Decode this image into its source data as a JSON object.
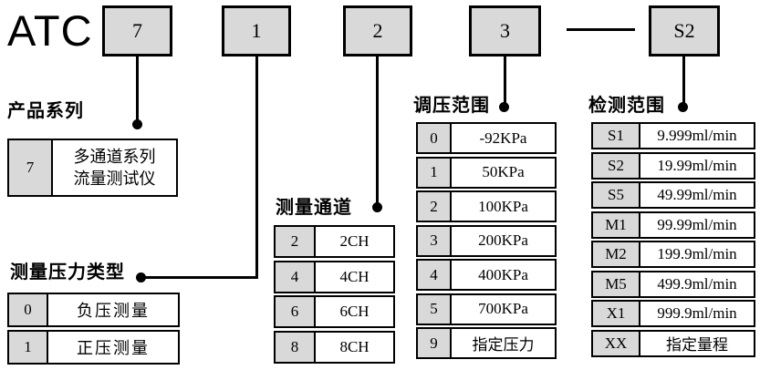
{
  "colors": {
    "background": "#ffffff",
    "box_fill": "#d9d9d9",
    "border": "#000000",
    "line": "#000000",
    "text": "#000000"
  },
  "model_code": {
    "prefix": "ATC",
    "segments": [
      "7",
      "1",
      "2",
      "3",
      "S2"
    ]
  },
  "sections": {
    "product_series": {
      "title": "产品系列",
      "rows": [
        {
          "code": "7",
          "line1": "多通道系列",
          "line2": "流量测试仪"
        }
      ]
    },
    "pressure_type": {
      "title": "测量压力类型",
      "rows": [
        {
          "code": "0",
          "value": "负压测量"
        },
        {
          "code": "1",
          "value": "正压测量"
        }
      ]
    },
    "channels": {
      "title": "测量通道",
      "rows": [
        {
          "code": "2",
          "value": "2CH"
        },
        {
          "code": "4",
          "value": "4CH"
        },
        {
          "code": "6",
          "value": "6CH"
        },
        {
          "code": "8",
          "value": "8CH"
        }
      ]
    },
    "pressure_range": {
      "title": "调压范围",
      "rows": [
        {
          "code": "0",
          "value": "-92KPa"
        },
        {
          "code": "1",
          "value": "50KPa"
        },
        {
          "code": "2",
          "value": "100KPa"
        },
        {
          "code": "3",
          "value": "200KPa"
        },
        {
          "code": "4",
          "value": "400KPa"
        },
        {
          "code": "5",
          "value": "700KPa"
        },
        {
          "code": "9",
          "value": "指定压力"
        }
      ]
    },
    "detection_range": {
      "title": "检测范围",
      "rows": [
        {
          "code": "S1",
          "value": "9.999ml/min"
        },
        {
          "code": "S2",
          "value": "19.99ml/min"
        },
        {
          "code": "S5",
          "value": "49.99ml/min"
        },
        {
          "code": "M1",
          "value": "99.99ml/min"
        },
        {
          "code": "M2",
          "value": "199.9ml/min"
        },
        {
          "code": "M5",
          "value": "499.9ml/min"
        },
        {
          "code": "X1",
          "value": "999.9ml/min"
        },
        {
          "code": "XX",
          "value": "指定量程"
        }
      ]
    }
  }
}
